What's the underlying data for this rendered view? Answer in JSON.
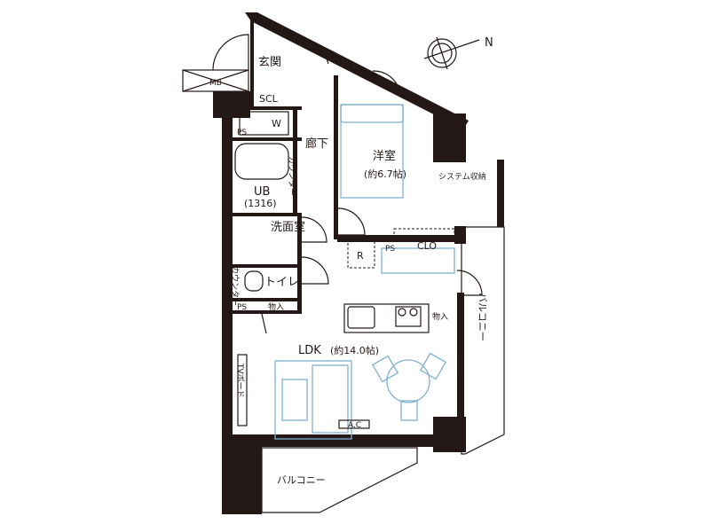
{
  "compass": {
    "north_label": "N"
  },
  "rooms": {
    "entrance": "玄関",
    "meter_box": "MB",
    "shoe_closet": "SCL",
    "washer": "W",
    "pipe_space_1": "PS",
    "corridor": "廊下",
    "bath": "UB",
    "bath_size": "(1316)",
    "counter_1": "カウンター",
    "washroom": "洗面室",
    "toilet": "トイレ",
    "counter_2": "カウンター",
    "pipe_space_2": "PS",
    "storage_1": "物入",
    "bedroom": "洋室",
    "bedroom_size": "(約6.7帖)",
    "system_storage": "システム収納",
    "closet": "CLO",
    "fridge": "R",
    "pipe_space_3": "PS",
    "storage_2": "物入",
    "balcony_side": "バルコニー",
    "ldk": "LDK",
    "ldk_size": "(約14.0帖)",
    "tv_board": "TVボード",
    "air_conditioner": "A.C",
    "balcony_bottom": "バルコニー"
  }
}
